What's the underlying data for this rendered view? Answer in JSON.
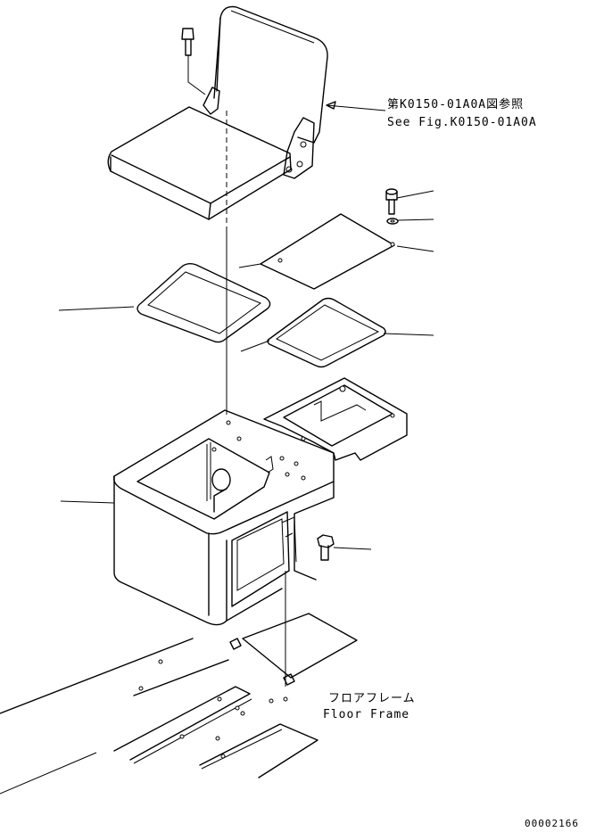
{
  "callouts": {
    "seat_ref_jp": "第K0150-01A0A図参照",
    "seat_ref_en": "See Fig.K0150-01A0A",
    "floor_frame_jp": "フロアフレーム",
    "floor_frame_en": "Floor Frame"
  },
  "drawing_number": "00002166"
}
